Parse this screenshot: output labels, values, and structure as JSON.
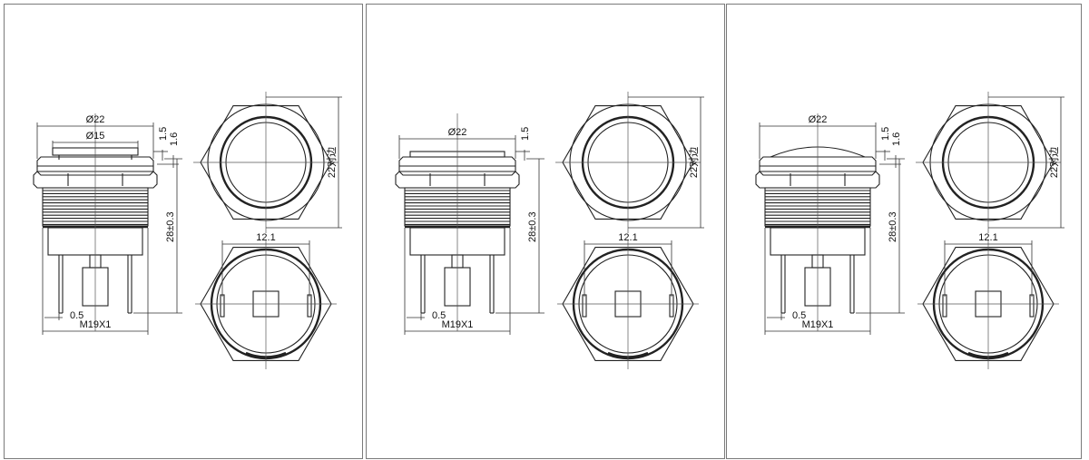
{
  "panels": [
    {
      "variant": "flat-ring",
      "labels": {
        "dia_outer": "Ø22",
        "dia_inner": "Ø15",
        "h_small1": "1.5",
        "h_small2": "1.6",
        "height": "28±0.3",
        "pin": "0.5",
        "thread": "M19X1",
        "flats": "22对边",
        "width": "12.1"
      }
    },
    {
      "variant": "flat-head",
      "labels": {
        "dia_outer": "Ø22",
        "h_small1": "1.5",
        "height": "28±0.3",
        "pin": "0.5",
        "thread": "M19X1",
        "flats": "22对边",
        "width": "12.1"
      }
    },
    {
      "variant": "dome-head",
      "labels": {
        "dia_outer": "Ø22",
        "h_small1": "1.5",
        "h_small2": "1.6",
        "height": "28±0.3",
        "pin": "0.5",
        "thread": "M19X1",
        "flats": "22对边",
        "width": "12.1"
      }
    }
  ],
  "colors": {
    "line": "#222222",
    "frame": "#7a7a7a",
    "background": "#ffffff"
  }
}
